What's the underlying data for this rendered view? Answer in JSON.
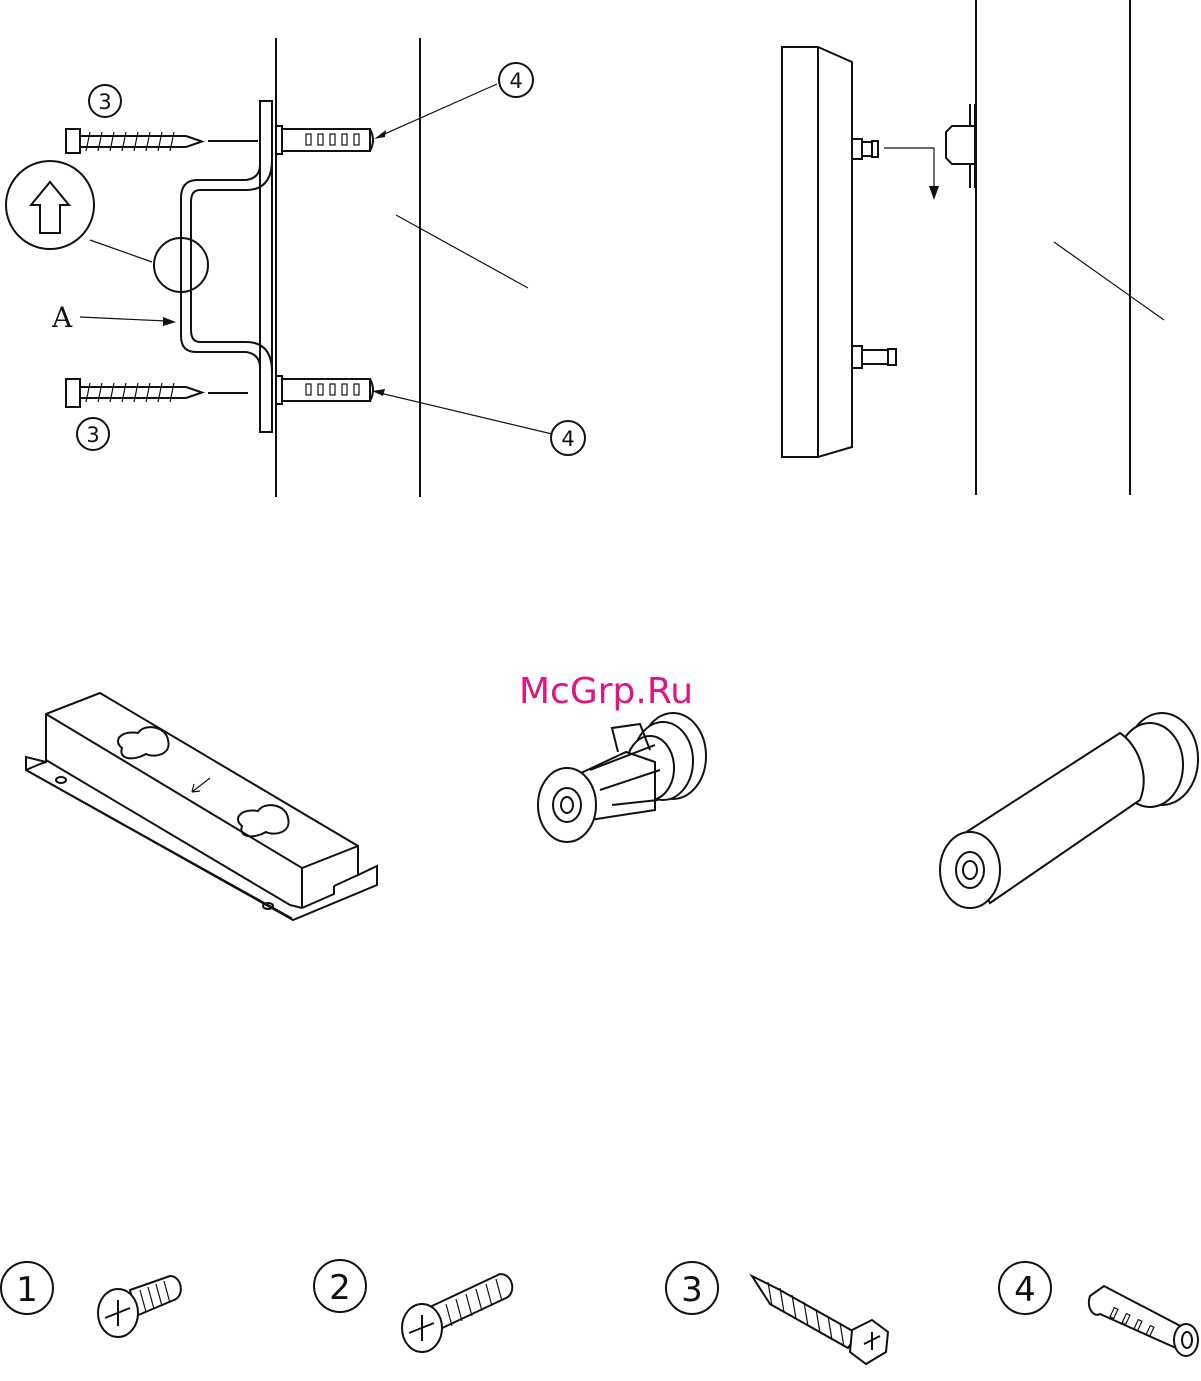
{
  "watermark": "McGrp.Ru",
  "colors": {
    "line": "#111111",
    "watermark": "#e0157f",
    "background": "#ffffff"
  },
  "install_diagram": {
    "callout_label_a": "A",
    "callout_screw": "3",
    "callout_anchor": "4",
    "detail_icon": "up-arrow-icon"
  },
  "parts": [
    {
      "number": "1",
      "icon": "pan-head-screw-icon"
    },
    {
      "number": "2",
      "icon": "long-pan-head-screw-icon"
    },
    {
      "number": "3",
      "icon": "hex-head-wood-screw-icon"
    },
    {
      "number": "4",
      "icon": "wall-anchor-icon"
    }
  ]
}
